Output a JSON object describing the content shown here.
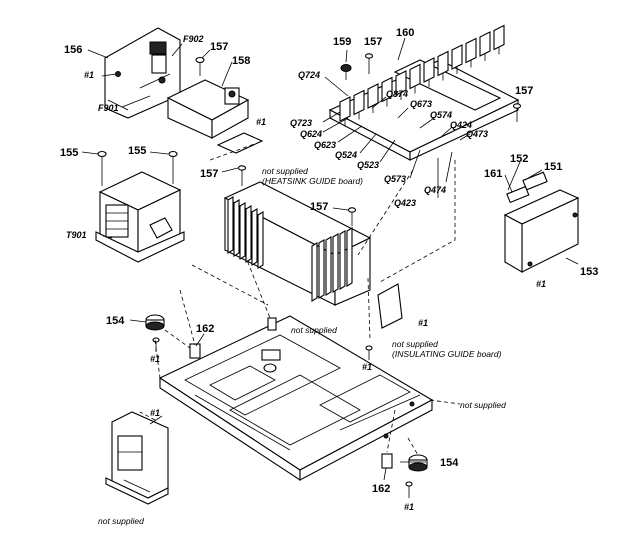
{
  "callouts": {
    "c156": "156",
    "cF902": "F902",
    "c157a": "157",
    "c158": "158",
    "c1a": "#1",
    "cF901": "F901",
    "c159": "159",
    "c157b": "157",
    "c160": "160",
    "c157c": "157",
    "cQ724": "Q724",
    "cQ874": "Q874",
    "cQ673": "Q673",
    "cQ574": "Q574",
    "cQ424": "Q424",
    "cQ723": "Q723",
    "cQ624": "Q624",
    "cQ623": "Q623",
    "cQ524": "Q524",
    "cQ523": "Q523",
    "cQ473": "Q473",
    "cQ573": "Q573",
    "cQ474": "Q474",
    "cQ423": "Q423",
    "c1b": "#1",
    "c155a": "155",
    "c155b": "155",
    "c157d": "157",
    "c157e": "157",
    "c152": "152",
    "c151": "151",
    "c161": "161",
    "cT901": "T901",
    "c153": "153",
    "c1c": "#1",
    "c154a": "154",
    "c162a": "162",
    "c1d": "#1",
    "c1e": "#1",
    "c1f": "#1",
    "c162b": "162",
    "c154b": "154",
    "c1g": "#1",
    "c1h": "#1"
  },
  "notes": {
    "heatsink_1": "not supplied",
    "heatsink_2": "(HEATSINK GUIDE board)",
    "center": "not supplied",
    "insulating_1": "not supplied",
    "insulating_2": "(INSULATING GUIDE board)",
    "chassis": "not supplied",
    "bottom_left": "not supplied"
  }
}
